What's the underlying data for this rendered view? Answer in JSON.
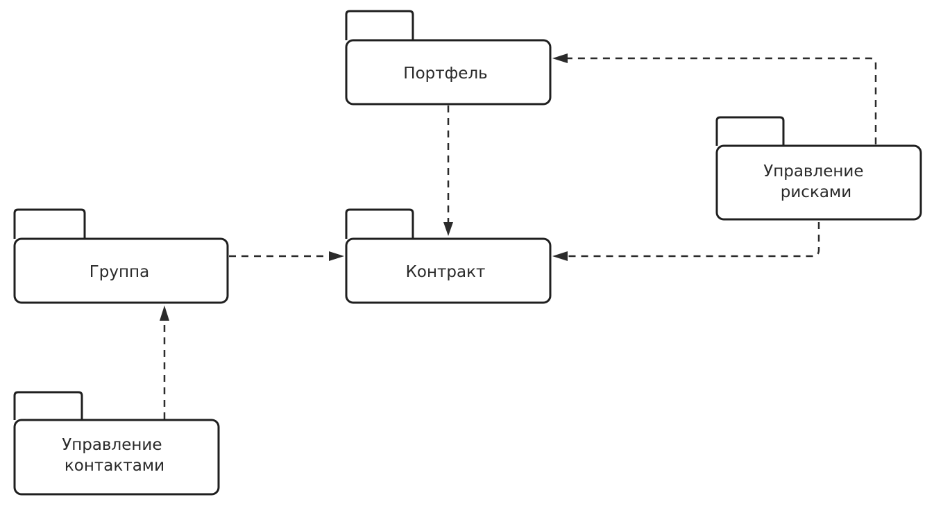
{
  "diagram": {
    "packages": [
      {
        "id": "portfolio",
        "lines": [
          "Портфель"
        ]
      },
      {
        "id": "risk",
        "lines": [
          "Управление",
          "рисками"
        ]
      },
      {
        "id": "group",
        "lines": [
          "Группа"
        ]
      },
      {
        "id": "contract",
        "lines": [
          "Контракт"
        ]
      },
      {
        "id": "contacts",
        "lines": [
          "Управление",
          "контактами"
        ]
      }
    ],
    "dependencies": [
      {
        "from": "portfolio",
        "to": "contract",
        "style": "dashed"
      },
      {
        "from": "risk",
        "to": "portfolio",
        "style": "dashed"
      },
      {
        "from": "risk",
        "to": "contract",
        "style": "dashed"
      },
      {
        "from": "group",
        "to": "contract",
        "style": "dashed"
      },
      {
        "from": "contacts",
        "to": "group",
        "style": "dashed"
      }
    ]
  }
}
